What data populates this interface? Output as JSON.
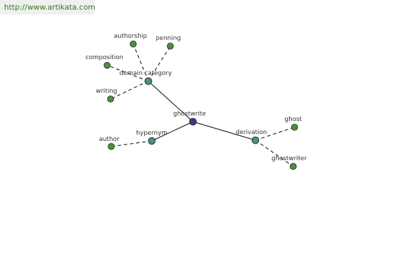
{
  "site_url": "http://www.artikata.com",
  "colors": {
    "center_node": "#3b3b8f",
    "relation_node": "#4a8f8a",
    "word_node": "#4c8f3c",
    "edge": "#000000",
    "banner_text": "#2f7d1e",
    "banner_bg": "#f0f0f0"
  },
  "graph": {
    "center": "ghostwrite",
    "nodes": [
      {
        "id": "ghostwrite",
        "label": "ghostwrite",
        "kind": "center"
      },
      {
        "id": "domain_category",
        "label": "domain category",
        "kind": "relation"
      },
      {
        "id": "hypernym",
        "label": "hypernym",
        "kind": "relation"
      },
      {
        "id": "derivation",
        "label": "derivation",
        "kind": "relation"
      },
      {
        "id": "authorship",
        "label": "authorship",
        "kind": "word"
      },
      {
        "id": "penning",
        "label": "penning",
        "kind": "word"
      },
      {
        "id": "composition",
        "label": "composition",
        "kind": "word"
      },
      {
        "id": "writing",
        "label": "writing",
        "kind": "word"
      },
      {
        "id": "author",
        "label": "author",
        "kind": "word"
      },
      {
        "id": "ghost",
        "label": "ghost",
        "kind": "word"
      },
      {
        "id": "ghostwriter",
        "label": "ghostwriter",
        "kind": "word"
      }
    ],
    "edges": [
      {
        "from": "ghostwrite",
        "to": "domain_category",
        "style": "solid"
      },
      {
        "from": "ghostwrite",
        "to": "hypernym",
        "style": "solid"
      },
      {
        "from": "ghostwrite",
        "to": "derivation",
        "style": "solid"
      },
      {
        "from": "domain_category",
        "to": "authorship",
        "style": "dashed"
      },
      {
        "from": "domain_category",
        "to": "penning",
        "style": "dashed"
      },
      {
        "from": "domain_category",
        "to": "composition",
        "style": "dashed"
      },
      {
        "from": "domain_category",
        "to": "writing",
        "style": "dashed"
      },
      {
        "from": "hypernym",
        "to": "author",
        "style": "dashed"
      },
      {
        "from": "derivation",
        "to": "ghost",
        "style": "dashed"
      },
      {
        "from": "derivation",
        "to": "ghostwriter",
        "style": "dashed"
      }
    ]
  }
}
